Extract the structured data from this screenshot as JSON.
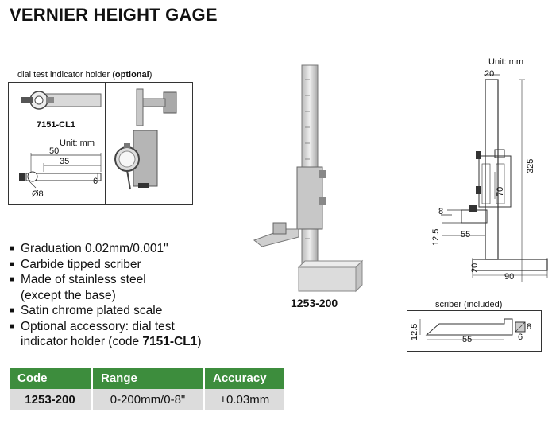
{
  "title": "VERNIER HEIGHT GAGE",
  "holder": {
    "caption_prefix": "dial test indicator holder (",
    "caption_optional": "optional",
    "caption_suffix": ")",
    "model": "7151-CL1",
    "unit": "Unit: mm",
    "dim_50": "50",
    "dim_35": "35",
    "dim_6": "6",
    "dim_dia8": "Ø8"
  },
  "features": [
    {
      "text": "Graduation 0.02mm/0.001\""
    },
    {
      "text": "Carbide tipped scriber"
    },
    {
      "text": "Made of stainless steel",
      "cont": "(except the base)"
    },
    {
      "text": "Satin chrome plated scale"
    },
    {
      "text": "Optional accessory: dial test",
      "cont_prefix": "indicator holder (code ",
      "cont_bold": "7151-CL1",
      "cont_suffix": ")"
    }
  ],
  "product_model": "1253-200",
  "drawing": {
    "unit": "Unit: mm",
    "dim_20_top": "20",
    "dim_325": "325",
    "dim_70": "70",
    "dim_8": "8",
    "dim_12_5": "12.5",
    "dim_55": "55",
    "dim_20_base": "20",
    "dim_90": "90"
  },
  "scriber": {
    "caption": "scriber (included)",
    "dim_12_5": "12.5",
    "dim_55": "55",
    "dim_6": "6",
    "dim_8": "8"
  },
  "table": {
    "headers": [
      "Code",
      "Range",
      "Accuracy"
    ],
    "rows": [
      [
        "1253-200",
        "0-200mm/0-8\"",
        "±0.03mm"
      ]
    ]
  },
  "colors": {
    "header_green": "#3d8d3d",
    "cell_gray": "#dcdcdc"
  }
}
